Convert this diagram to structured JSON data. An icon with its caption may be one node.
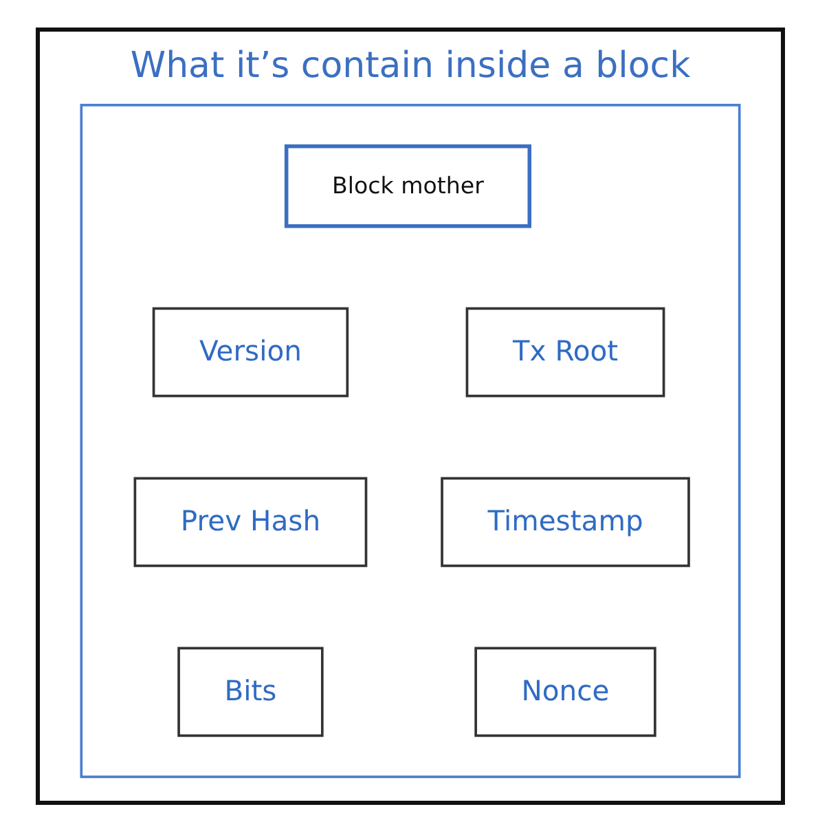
{
  "diagram": {
    "title": "What it’s contain inside a block",
    "nodes": [
      {
        "text": [],
        "shape": "box"
      },
      {
        "text": [
          "Block mother"
        ],
        "in": 0
      },
      {
        "text": [
          "Version"
        ],
        "in": 0
      },
      {
        "text": [
          "Tx Root"
        ],
        "in": 0
      },
      {
        "text": [
          "Prev Hash"
        ],
        "in": 0
      },
      {
        "text": [
          "Timestamp"
        ],
        "in": 0
      },
      {
        "text": [
          "Bits"
        ],
        "in": 0
      },
      {
        "text": [
          "Nonce"
        ],
        "in": 0
      }
    ]
  }
}
